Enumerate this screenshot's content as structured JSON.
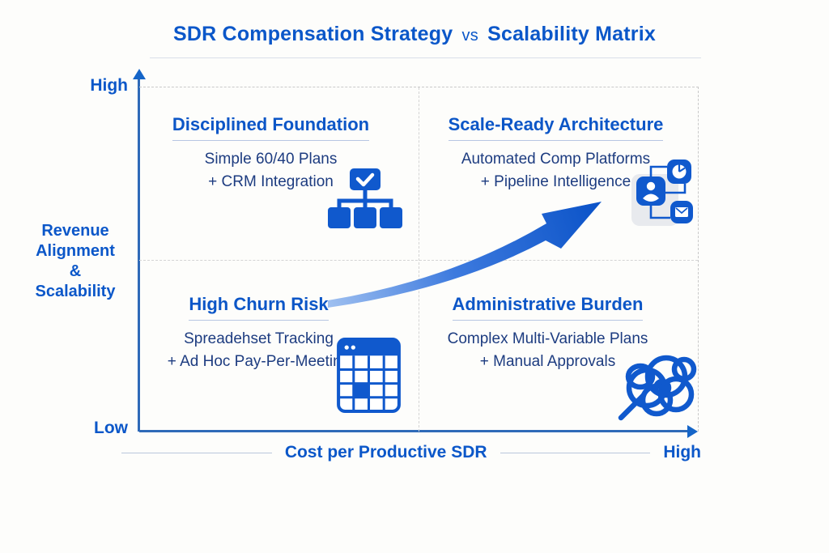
{
  "title": {
    "part1": "SDR Compensation Strategy",
    "separator": "vs",
    "part2": "Scalability Matrix"
  },
  "y_axis": {
    "top_label": "High",
    "bottom_label": "Low",
    "lines": [
      "Revenue",
      "Alignment",
      "&",
      "Scalability"
    ]
  },
  "x_axis": {
    "label": "Cost per Productive SDR",
    "right_label": "High"
  },
  "quadrants": [
    {
      "id": "top-left",
      "heading": "Disciplined Foundation",
      "line1": "Simple 60/40 Plans",
      "line2": "+ CRM Integration",
      "icon": "org-chart-icon"
    },
    {
      "id": "top-right",
      "heading": "Scale-Ready Architecture",
      "line1": "Automated Comp Platforms",
      "line2": "+ Pipeline Intelligence",
      "icon": "connected-platform-icon"
    },
    {
      "id": "bottom-left",
      "heading": "High Churn Risk",
      "line1": "Spreadehset Tracking",
      "line2": "+ Ad Hoc Pay-Per-Meeting",
      "icon": "spreadsheet-icon"
    },
    {
      "id": "bottom-right",
      "heading": "Administrative Burden",
      "line1": "Complex Multi-Variable Plans",
      "line2": "+ Manual Approvals",
      "icon": "tangle-icon"
    }
  ],
  "arrow": {
    "name": "growth-trajectory-arrow",
    "direction": "bottom-left to top-right"
  },
  "colors": {
    "accent_blue": "#0b57c9",
    "body_navy": "#1d3c80",
    "icon_blue": "#1059cd",
    "axis_blue": "#2f6ab8",
    "arrow_tail": "#9fc0f0",
    "arrow_head": "#0b53c8",
    "rule_light": "#b9c7dc",
    "dash_gray": "#cccccc",
    "icon_bg_gray": "#e8eaee",
    "background": "#fdfdfb"
  }
}
